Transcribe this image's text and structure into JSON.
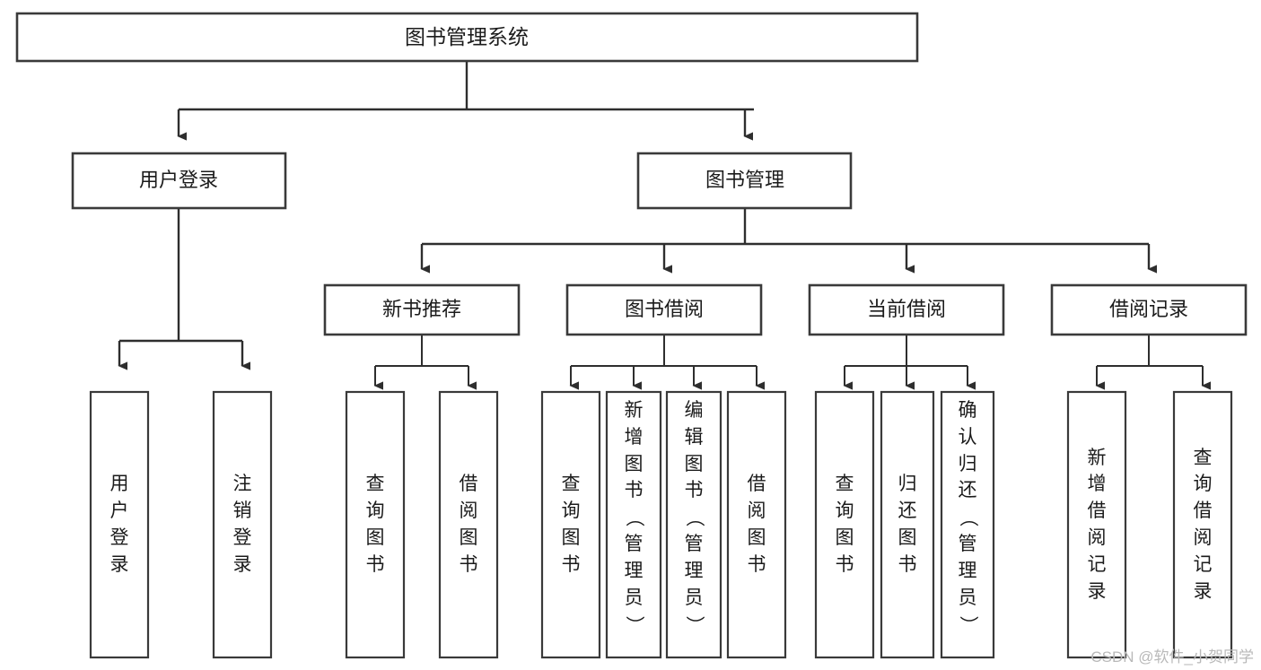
{
  "diagram": {
    "type": "tree",
    "title": "图书管理系统",
    "watermark": "CSDN @软件_小贺同学",
    "root": {
      "id": "root",
      "label": "图书管理系统",
      "orientation": "horizontal"
    },
    "level2": [
      {
        "id": "user-login",
        "label": "用户登录",
        "orientation": "horizontal"
      },
      {
        "id": "book-manage",
        "label": "图书管理",
        "orientation": "horizontal"
      }
    ],
    "level3": [
      {
        "id": "new-book-recommend",
        "label": "新书推荐",
        "orientation": "horizontal",
        "parent": "book-manage"
      },
      {
        "id": "book-borrow",
        "label": "图书借阅",
        "orientation": "horizontal",
        "parent": "book-manage"
      },
      {
        "id": "current-borrow",
        "label": "当前借阅",
        "orientation": "horizontal",
        "parent": "book-manage"
      },
      {
        "id": "borrow-record",
        "label": "借阅记录",
        "orientation": "horizontal",
        "parent": "book-manage"
      }
    ],
    "leaves": [
      {
        "id": "leaf-user-login",
        "label": "用户登录",
        "chars": [
          "用",
          "户",
          "登",
          "录"
        ],
        "parent": "user-login",
        "orientation": "vertical"
      },
      {
        "id": "leaf-logout",
        "label": "注销登录",
        "chars": [
          "注",
          "销",
          "登",
          "录"
        ],
        "parent": "user-login",
        "orientation": "vertical"
      },
      {
        "id": "leaf-query-book-1",
        "label": "查询图书",
        "chars": [
          "查",
          "询",
          "图",
          "书"
        ],
        "parent": "new-book-recommend",
        "orientation": "vertical"
      },
      {
        "id": "leaf-borrow-book-1",
        "label": "借阅图书",
        "chars": [
          "借",
          "阅",
          "图",
          "书"
        ],
        "parent": "new-book-recommend",
        "orientation": "vertical"
      },
      {
        "id": "leaf-query-book-2",
        "label": "查询图书",
        "chars": [
          "查",
          "询",
          "图",
          "书"
        ],
        "parent": "book-borrow",
        "orientation": "vertical"
      },
      {
        "id": "leaf-add-book",
        "label": "新增图书（管理员）",
        "chars": [
          "新",
          "增",
          "图",
          "书",
          "（",
          "管",
          "理",
          "员",
          "）"
        ],
        "parent": "book-borrow",
        "orientation": "vertical"
      },
      {
        "id": "leaf-edit-book",
        "label": "编辑图书（管理员）",
        "chars": [
          "编",
          "辑",
          "图",
          "书",
          "（",
          "管",
          "理",
          "员",
          "）"
        ],
        "parent": "book-borrow",
        "orientation": "vertical"
      },
      {
        "id": "leaf-borrow-book-2",
        "label": "借阅图书",
        "chars": [
          "借",
          "阅",
          "图",
          "书"
        ],
        "parent": "book-borrow",
        "orientation": "vertical"
      },
      {
        "id": "leaf-query-book-3",
        "label": "查询图书",
        "chars": [
          "查",
          "询",
          "图",
          "书"
        ],
        "parent": "current-borrow",
        "orientation": "vertical"
      },
      {
        "id": "leaf-return-book",
        "label": "归还图书",
        "chars": [
          "归",
          "还",
          "图",
          "书"
        ],
        "parent": "current-borrow",
        "orientation": "vertical"
      },
      {
        "id": "leaf-confirm-return",
        "label": "确认归还（管理员）",
        "chars": [
          "确",
          "认",
          "归",
          "还",
          "（",
          "管",
          "理",
          "员",
          "）"
        ],
        "parent": "current-borrow",
        "orientation": "vertical"
      },
      {
        "id": "leaf-add-record",
        "label": "新增借阅记录",
        "chars": [
          "新",
          "增",
          "借",
          "阅",
          "记",
          "录"
        ],
        "parent": "borrow-record",
        "orientation": "vertical"
      },
      {
        "id": "leaf-query-record",
        "label": "查询借阅记录",
        "chars": [
          "查",
          "询",
          "借",
          "阅",
          "记",
          "录"
        ],
        "parent": "borrow-record",
        "orientation": "vertical"
      }
    ],
    "colors": {
      "background": "#ffffff",
      "box_fill": "#ffffff",
      "box_stroke": "#3a3a3a",
      "connector": "#2e2e2e",
      "text": "#1b1b1b",
      "watermark": "#b9b9b9"
    }
  }
}
